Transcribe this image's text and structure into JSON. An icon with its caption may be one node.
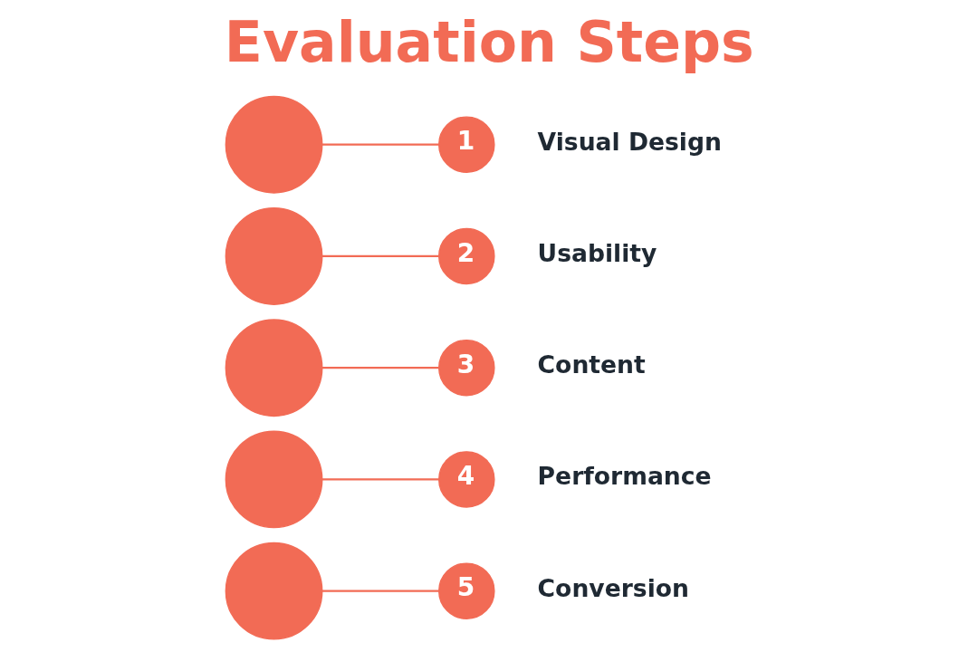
{
  "diagram": {
    "title": "Evaluation Steps",
    "nodes": [
      {
        "text": [],
        "shape": "circle"
      },
      {
        "text": [
          "1"
        ],
        "beside": [
          "Visual Design"
        ]
      },
      {
        "text": [],
        "shape": "circle"
      },
      {
        "text": [
          "2"
        ],
        "beside": [
          "Usability"
        ]
      },
      {
        "text": [],
        "shape": "circle"
      },
      {
        "text": [
          "3"
        ],
        "beside": [
          "Content"
        ]
      },
      {
        "text": [],
        "shape": "circle"
      },
      {
        "text": [
          "4"
        ],
        "beside": [
          "Performance"
        ]
      },
      {
        "text": [],
        "shape": "circle"
      },
      {
        "text": [
          "5"
        ],
        "beside": [
          "Conversion"
        ]
      }
    ],
    "edges": [
      {
        "from": 0,
        "to": 1,
        "arrow": "none"
      },
      {
        "from": 2,
        "to": 3,
        "arrow": "none"
      },
      {
        "from": 4,
        "to": 5,
        "arrow": "none"
      },
      {
        "from": 6,
        "to": 7,
        "arrow": "none"
      },
      {
        "from": 8,
        "to": 9,
        "arrow": "none"
      }
    ]
  }
}
